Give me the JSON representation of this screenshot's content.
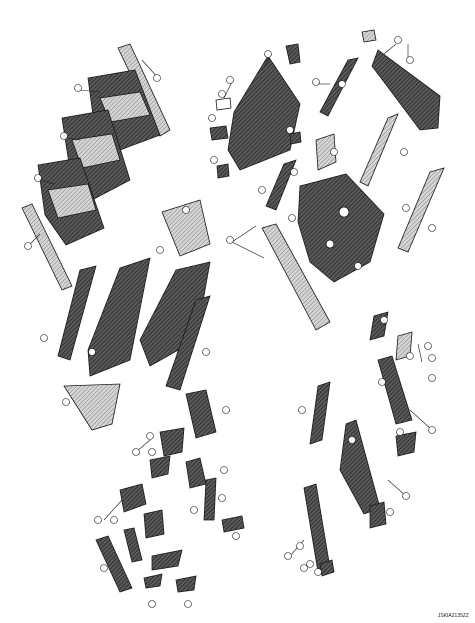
{
  "diagram": {
    "reference_code": "JSKIA2135ZZ",
    "palette": {
      "outline": "#1a1a1a",
      "hatch_dark": "#3a3a3a",
      "hatch_mid": "#7a7a7a",
      "hatch_light": "#c9c9c9",
      "background": "#ffffff"
    },
    "callouts": [
      {
        "id": "c1",
        "label": ""
      },
      {
        "id": "c2",
        "label": ""
      },
      {
        "id": "c3",
        "label": ""
      },
      {
        "id": "c4",
        "label": ""
      },
      {
        "id": "c5",
        "label": ""
      },
      {
        "id": "c6",
        "label": ""
      },
      {
        "id": "c7",
        "label": ""
      },
      {
        "id": "c8",
        "label": ""
      },
      {
        "id": "c9",
        "label": ""
      },
      {
        "id": "c10",
        "label": ""
      },
      {
        "id": "c11",
        "label": ""
      },
      {
        "id": "c12",
        "label": ""
      },
      {
        "id": "c13",
        "label": ""
      },
      {
        "id": "c14",
        "label": ""
      },
      {
        "id": "c15",
        "label": ""
      },
      {
        "id": "c16",
        "label": ""
      },
      {
        "id": "c17",
        "label": ""
      },
      {
        "id": "c18",
        "label": ""
      },
      {
        "id": "c19",
        "label": ""
      },
      {
        "id": "c20",
        "label": ""
      },
      {
        "id": "c21",
        "label": ""
      },
      {
        "id": "c22",
        "label": ""
      },
      {
        "id": "c23",
        "label": ""
      },
      {
        "id": "c24",
        "label": ""
      },
      {
        "id": "c25",
        "label": ""
      },
      {
        "id": "c26",
        "label": ""
      },
      {
        "id": "c27",
        "label": ""
      },
      {
        "id": "c28",
        "label": ""
      },
      {
        "id": "c29",
        "label": ""
      },
      {
        "id": "c30",
        "label": ""
      },
      {
        "id": "c31",
        "label": ""
      },
      {
        "id": "c32",
        "label": ""
      },
      {
        "id": "c33",
        "label": ""
      },
      {
        "id": "c34",
        "label": ""
      },
      {
        "id": "c35",
        "label": ""
      },
      {
        "id": "c36",
        "label": ""
      },
      {
        "id": "c37",
        "label": ""
      },
      {
        "id": "c38",
        "label": ""
      },
      {
        "id": "c39",
        "label": ""
      },
      {
        "id": "c40",
        "label": ""
      },
      {
        "id": "c41",
        "label": ""
      },
      {
        "id": "c42",
        "label": ""
      },
      {
        "id": "c43",
        "label": ""
      },
      {
        "id": "c44",
        "label": ""
      },
      {
        "id": "c45",
        "label": ""
      },
      {
        "id": "c46",
        "label": ""
      },
      {
        "id": "c47",
        "label": ""
      },
      {
        "id": "c48",
        "label": ""
      },
      {
        "id": "c49",
        "label": ""
      },
      {
        "id": "c50",
        "label": ""
      },
      {
        "id": "c51",
        "label": ""
      },
      {
        "id": "c52",
        "label": ""
      },
      {
        "id": "c53",
        "label": ""
      },
      {
        "id": "c54",
        "label": ""
      },
      {
        "id": "c55",
        "label": ""
      },
      {
        "id": "c56",
        "label": ""
      },
      {
        "id": "c57",
        "label": ""
      },
      {
        "id": "c58",
        "label": ""
      },
      {
        "id": "c59",
        "label": ""
      },
      {
        "id": "c60",
        "label": ""
      }
    ]
  }
}
